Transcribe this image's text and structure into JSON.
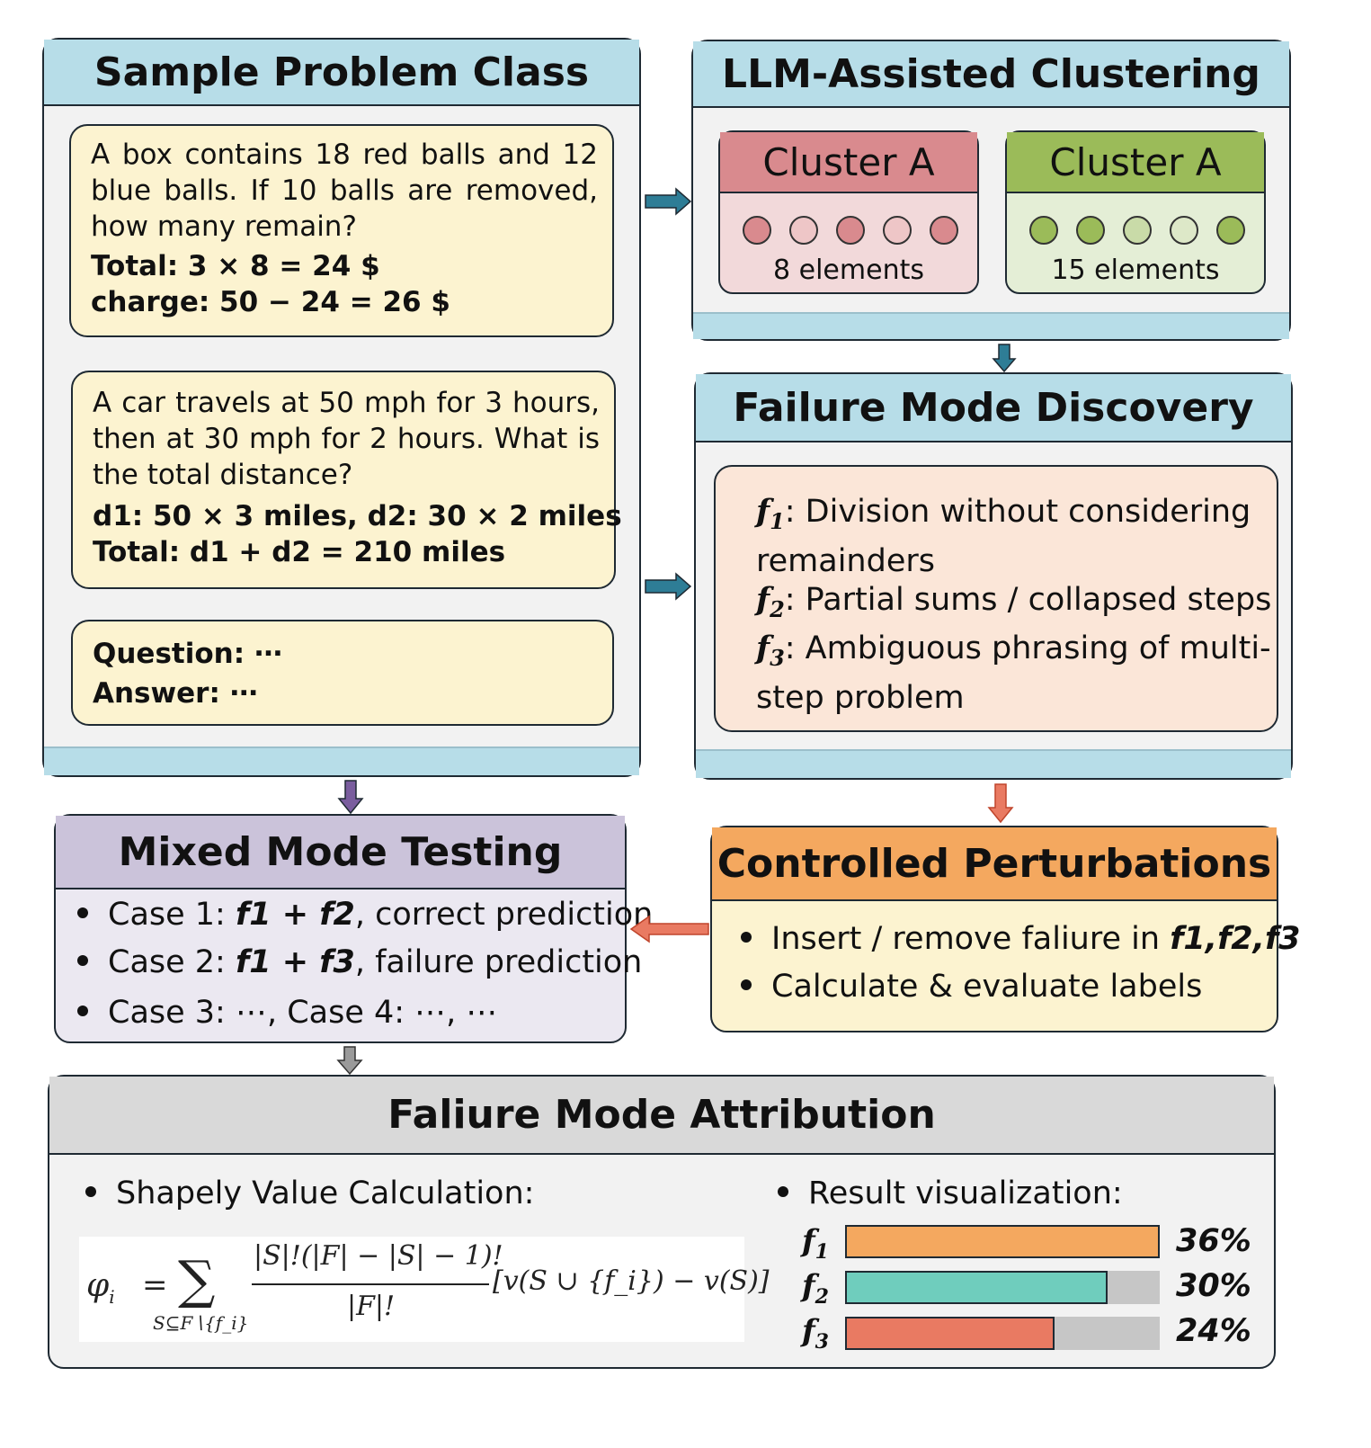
{
  "sample": {
    "title": "Sample Problem Class",
    "card1": {
      "question_lines": [
        "A box contains 18 red balls and 12",
        "blue balls. If 10 balls are removed,",
        "how many remain?"
      ],
      "solution_lines": [
        "Total: 3 × 8 = 24 $",
        "charge: 50 − 24 = 26 $"
      ]
    },
    "card2": {
      "question_lines": [
        "A car travels at 50 mph for 3 hours,",
        "then at 30 mph for 2 hours. What is",
        "the total distance?"
      ],
      "solution_lines": [
        "d1: 50 × 3 miles, d2: 30 × 2 miles",
        "Total: d1 + d2 = 210 miles"
      ]
    },
    "card3": {
      "question": "Question: ⋯",
      "answer": "Answer: ⋯"
    }
  },
  "clustering": {
    "title": "LLM-Assisted Clustering",
    "clusters": [
      {
        "name": "Cluster A",
        "count_label": "8 elements",
        "color": "#d98a8e"
      },
      {
        "name": "Cluster A",
        "count_label": "15 elements",
        "color": "#9bbb59"
      }
    ]
  },
  "discovery": {
    "title": "Failure Mode Discovery",
    "modes": [
      {
        "symbol": "f",
        "sub": "1",
        "line1": ": Division without considering",
        "line2": "remainders"
      },
      {
        "symbol": "f",
        "sub": "2",
        "line1": ": Partial sums / collapsed steps",
        "line2": ""
      },
      {
        "symbol": "f",
        "sub": "3",
        "line1": ": Ambiguous phrasing of multi-",
        "line2": "step problem"
      }
    ]
  },
  "perturb": {
    "title": "Controlled Perturbations",
    "item1_prefix": "Insert / remove faliure in ",
    "item1_em": "f1,f2,f3",
    "item2": "Calculate & evaluate labels"
  },
  "testing": {
    "title": "Mixed Mode Testing",
    "cases": [
      {
        "prefix": "Case 1:  ",
        "em": "f1 + f2",
        "suffix": ", correct prediction"
      },
      {
        "prefix": "Case 2:  ",
        "em": "f1 + f3",
        "suffix": ", failure prediction"
      },
      {
        "prefix": "Case 3: ⋯, Case 4: ⋯, ⋯",
        "em": "",
        "suffix": ""
      }
    ]
  },
  "attribution": {
    "title": "Faliure Mode Attribution",
    "shapley_label": "Shapely Value Calculation:",
    "formula": {
      "lhs": "φ",
      "lhs_sub": "i",
      "equals": "=",
      "sum": "∑",
      "sum_sub": "S⊆F∖{f_i}",
      "numerator": "|S|!(|F| − |S| − 1)!",
      "denominator": "|F|!",
      "bracket": "[v(S ∪ {f_i}) − v(S)]"
    },
    "viz_label": "Result visualization:",
    "bars": [
      {
        "symbol": "f",
        "sub": "1",
        "value": 36,
        "label": "36%",
        "color": "#f4a85f"
      },
      {
        "symbol": "f",
        "sub": "2",
        "value": 30,
        "label": "30%",
        "color": "#6fcdbd"
      },
      {
        "symbol": "f",
        "sub": "3",
        "value": 24,
        "label": "24%",
        "color": "#e97a62"
      }
    ]
  },
  "colors": {
    "blue_header": "#b7dde8",
    "panel_body": "#f2f2f2",
    "purple_header": "#cbc3da",
    "purple_body": "#ebe8f1",
    "orange_header": "#f4a85f",
    "yellow_body": "#fcf3d0",
    "gray_header": "#d9d9d9",
    "arrow_teal": "#2e7d96",
    "arrow_purple": "#7a5d9e",
    "arrow_red": "#e97a62",
    "arrow_gray": "#9a9a9a"
  }
}
